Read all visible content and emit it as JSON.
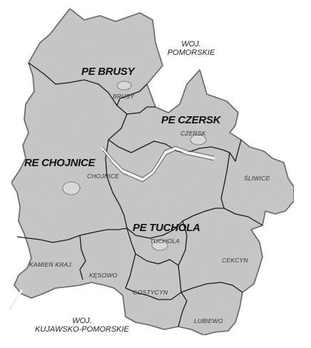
{
  "regions": [
    {
      "id": "brusy",
      "title": "PE BRUSY",
      "town": "BRUSY"
    },
    {
      "id": "czersk",
      "title": "PE CZERSK",
      "town": "CZERSK"
    },
    {
      "id": "chojnice",
      "title": "RE CHOJNICE",
      "town": "CHOJNICE"
    },
    {
      "id": "tuchola",
      "title": "PE TUCHOLA",
      "town": "TUCHOLA"
    }
  ],
  "towns": {
    "sliwice": "ŚLIWICE",
    "cekcyn": "CEKCYN",
    "kamien": "KAMIEŃ KRAJ.",
    "kesowo": "KĘSOWO",
    "gostycyn": "GOSTYCYN",
    "lubiewo": "LUBIEWO"
  },
  "neighbors": {
    "pomorskie_line1": "WOJ.",
    "pomorskie_line2": "POMORSKIE",
    "kujawsko_line1": "WOJ.",
    "kujawsko_line2": "KUJAWSKO-POMORSKIE"
  },
  "colors": {
    "fill": "#c9c9c9",
    "border": "#222222",
    "water": "#eeeeee"
  }
}
